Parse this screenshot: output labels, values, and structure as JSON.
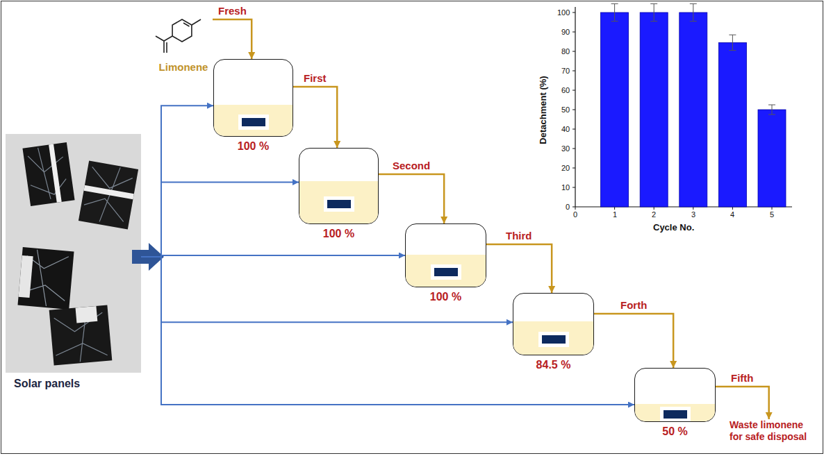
{
  "diagram": {
    "nodes": [
      {
        "text": [
          "Solar panels"
        ]
      },
      {
        "text": [
          "Limonene"
        ]
      },
      {
        "text": [
          "100 %"
        ]
      },
      {
        "text": [
          "100 %"
        ]
      },
      {
        "text": [
          "100 %"
        ]
      },
      {
        "text": [
          "84.5 %"
        ]
      },
      {
        "text": [
          "50 %"
        ]
      },
      {
        "text": [
          "Waste limonene for safe disposal"
        ]
      }
    ],
    "edges": [
      {
        "from": 1,
        "to": 2,
        "arrow": "to",
        "label": "Fresh"
      },
      {
        "from": 2,
        "to": 3,
        "arrow": "to",
        "label": "First"
      },
      {
        "from": 3,
        "to": 4,
        "arrow": "to",
        "label": "Second"
      },
      {
        "from": 4,
        "to": 5,
        "arrow": "to",
        "label": "Third"
      },
      {
        "from": 5,
        "to": 6,
        "arrow": "to",
        "label": "Forth"
      },
      {
        "from": 6,
        "to": 7,
        "arrow": "to",
        "label": "Fifth"
      },
      {
        "from": 0,
        "to": 2,
        "arrow": "to"
      },
      {
        "from": 0,
        "to": 3,
        "arrow": "to"
      },
      {
        "from": 0,
        "to": 4,
        "arrow": "to"
      },
      {
        "from": 0,
        "to": 5,
        "arrow": "to"
      },
      {
        "from": 0,
        "to": 6,
        "arrow": "to"
      }
    ],
    "labels": [
      "Detachment (%)",
      "Cycle No.",
      "0",
      "10",
      "20",
      "30",
      "40",
      "50",
      "60",
      "70",
      "80",
      "90",
      "100",
      "0",
      "1",
      "2",
      "3",
      "4",
      "5"
    ]
  }
}
